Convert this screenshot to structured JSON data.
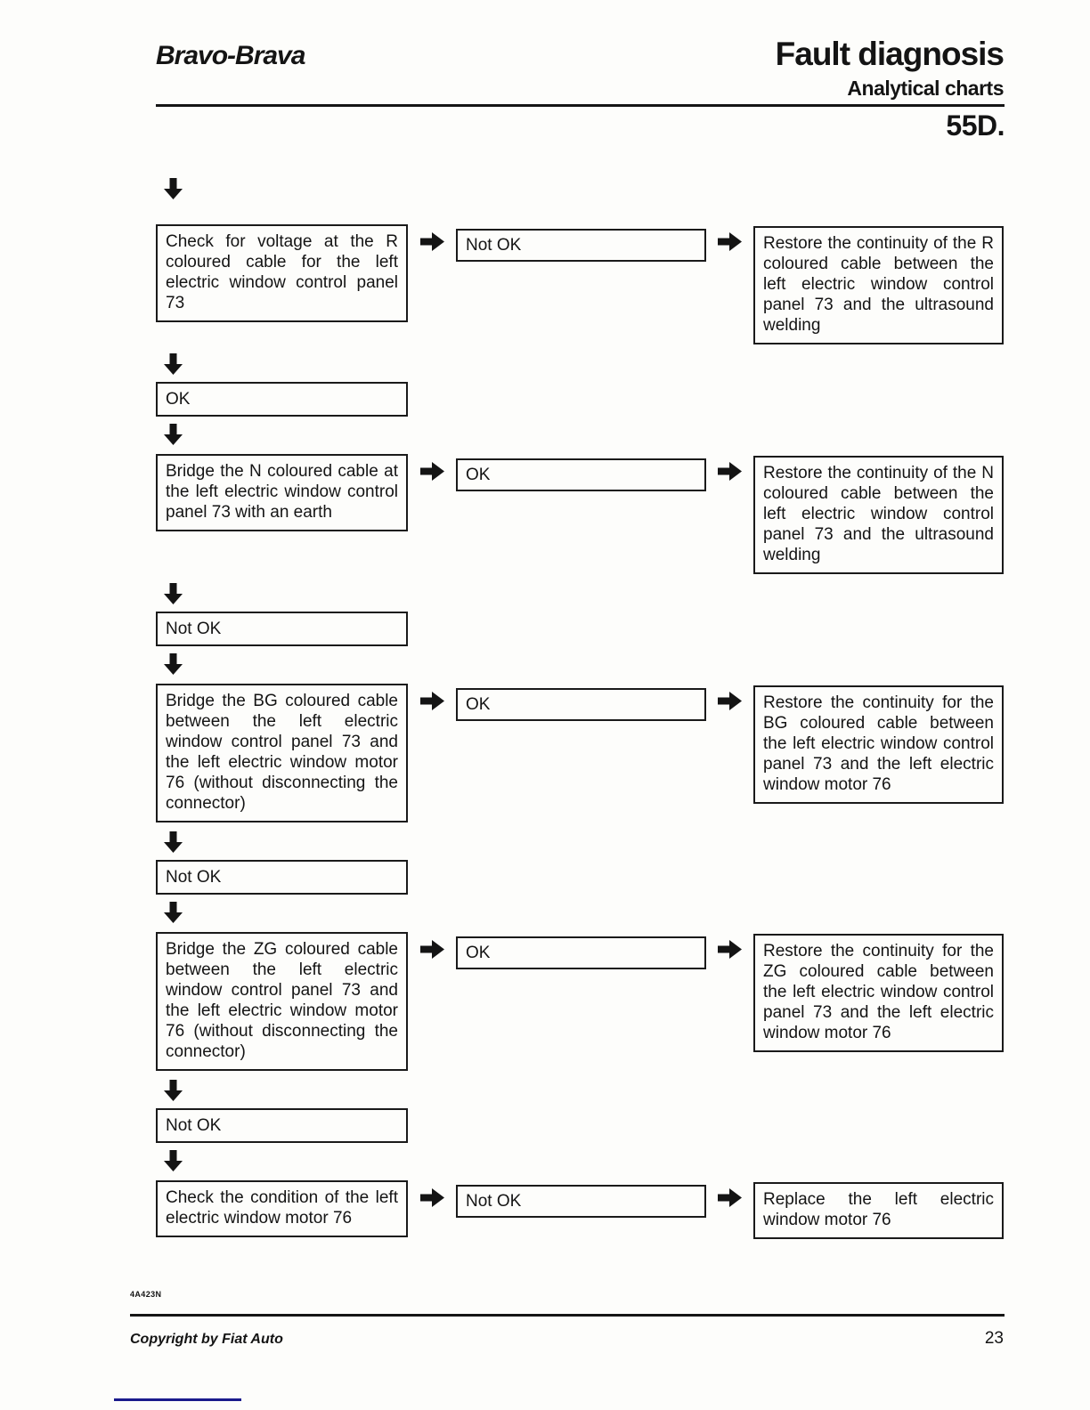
{
  "header": {
    "model": "Bravo-Brava",
    "title": "Fault diagnosis",
    "subtitle": "Analytical charts",
    "section_code": "55D."
  },
  "flowchart": {
    "steps": [
      {
        "action": "Check for voltage at the R coloured cable for the left electric window control panel 73",
        "branch": "Not OK",
        "remedy": "Restore the continuity of the R coloured cable between the left electric window control panel 73 and the ultrasound welding",
        "next": "OK"
      },
      {
        "action": "Bridge the N coloured cable at the left electric window control panel 73 with an earth",
        "branch": "OK",
        "remedy": "Restore the continuity of the N coloured cable between the left electric window control panel 73 and the ultrasound welding",
        "next": "Not OK"
      },
      {
        "action": "Bridge the BG coloured cable between the left electric window control panel 73 and the left electric window motor 76 (without disconnecting the connector)",
        "branch": "OK",
        "remedy": "Restore the continuity for the BG coloured cable between the left electric window control panel 73 and the left electric window motor 76",
        "next": "Not OK"
      },
      {
        "action": "Bridge the ZG coloured cable between the left electric window control panel 73 and the left electric window motor 76 (without disconnecting the connector)",
        "branch": "OK",
        "remedy": "Restore the continuity for the ZG coloured cable between the left electric window control panel 73 and the left electric window motor 76",
        "next": "Not OK"
      },
      {
        "action": "Check the condition of the left electric window motor 76",
        "branch": "Not OK",
        "remedy": "Replace the left electric window motor 76",
        "next": null
      }
    ]
  },
  "icons": {
    "down_arrow": "⬇",
    "right_arrow": "➡"
  },
  "footer": {
    "figure_code": "4A423N",
    "copyright": "Copyright by Fiat Auto",
    "page_number": "23"
  },
  "colors": {
    "ink": "#141414",
    "paper": "#fdfdfb",
    "accent_line": "#1a1a8c"
  }
}
